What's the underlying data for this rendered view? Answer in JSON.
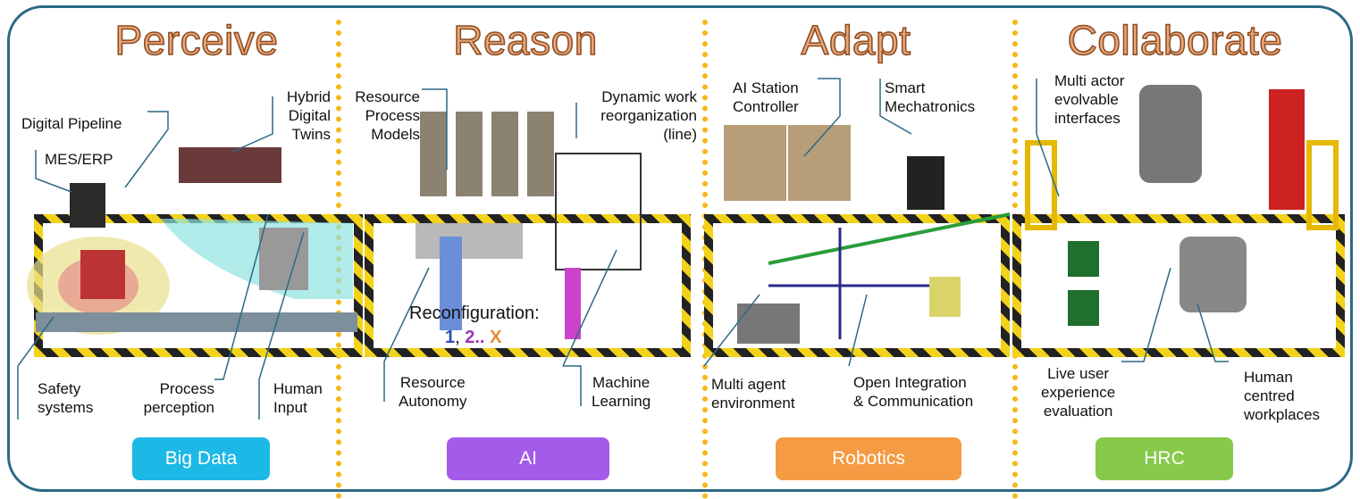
{
  "sections": [
    {
      "title": "Perceive",
      "badge": "Big Data",
      "badge_color": "#1cb8e6"
    },
    {
      "title": "Reason",
      "badge": "AI",
      "badge_color": "#a35be8"
    },
    {
      "title": "Adapt",
      "badge": "Robotics",
      "badge_color": "#f49b43"
    },
    {
      "title": "Collaborate",
      "badge": "HRC",
      "badge_color": "#86c94b"
    }
  ],
  "perceive": {
    "digital_pipeline": "Digital Pipeline",
    "mes_erp": "MES/ERP",
    "hybrid": "Hybrid",
    "digital": "Digital",
    "twins": "Twins",
    "safety": "Safety",
    "systems": "systems",
    "process": "Process",
    "perception": "perception",
    "human": "Human",
    "input": "Input"
  },
  "reason": {
    "resource": "Resource",
    "process": "Process",
    "models": "Models",
    "dynamic_work": "Dynamic work",
    "reorganization": "reorganization",
    "line": "(line)",
    "reconfiguration": "Reconfiguration:",
    "num1": "1",
    "num2": "2",
    "dots": "..",
    "numx": "X",
    "resource2": "Resource",
    "autonomy": "Autonomy",
    "machine": "Machine",
    "learning": "Learning"
  },
  "adapt": {
    "ai_station": "AI Station",
    "controller": "Controller",
    "smart": "Smart",
    "mechatronics": "Mechatronics",
    "multi_agent": "Multi agent",
    "environment": "environment",
    "open_integration": "Open Integration",
    "communication": "& Communication"
  },
  "collaborate": {
    "multi_actor": "Multi actor",
    "evolvable": "evolvable",
    "interfaces": "interfaces",
    "live_user": "Live user",
    "experience": "experience",
    "evaluation": "evaluation",
    "human": "Human",
    "centred": "centred",
    "workplaces": "workplaces"
  }
}
